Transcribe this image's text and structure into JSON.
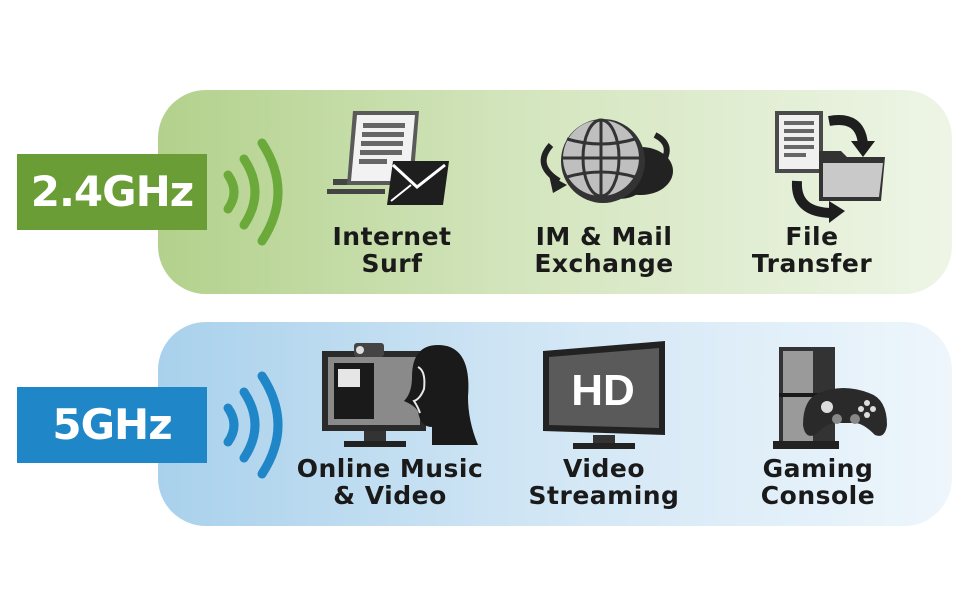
{
  "bands": [
    {
      "frequency": "2.4GHz",
      "color": "#6a9d35",
      "items": [
        {
          "line1": "Internet",
          "line2": "Surf",
          "icon": "document-envelope-icon"
        },
        {
          "line1": "IM & Mail",
          "line2": "Exchange",
          "icon": "globe-cloud-icon"
        },
        {
          "line1": "File",
          "line2": "Transfer",
          "icon": "file-folder-transfer-icon"
        }
      ]
    },
    {
      "frequency": "5GHz",
      "color": "#1f86c8",
      "items": [
        {
          "line1": "Online Music",
          "line2": "& Video",
          "icon": "monitor-person-icon"
        },
        {
          "line1": "Video",
          "line2": "Streaming",
          "icon": "hd-tv-icon"
        },
        {
          "line1": "Gaming",
          "line2": "Console",
          "icon": "game-console-icon"
        }
      ]
    }
  ],
  "hd_text": "HD"
}
